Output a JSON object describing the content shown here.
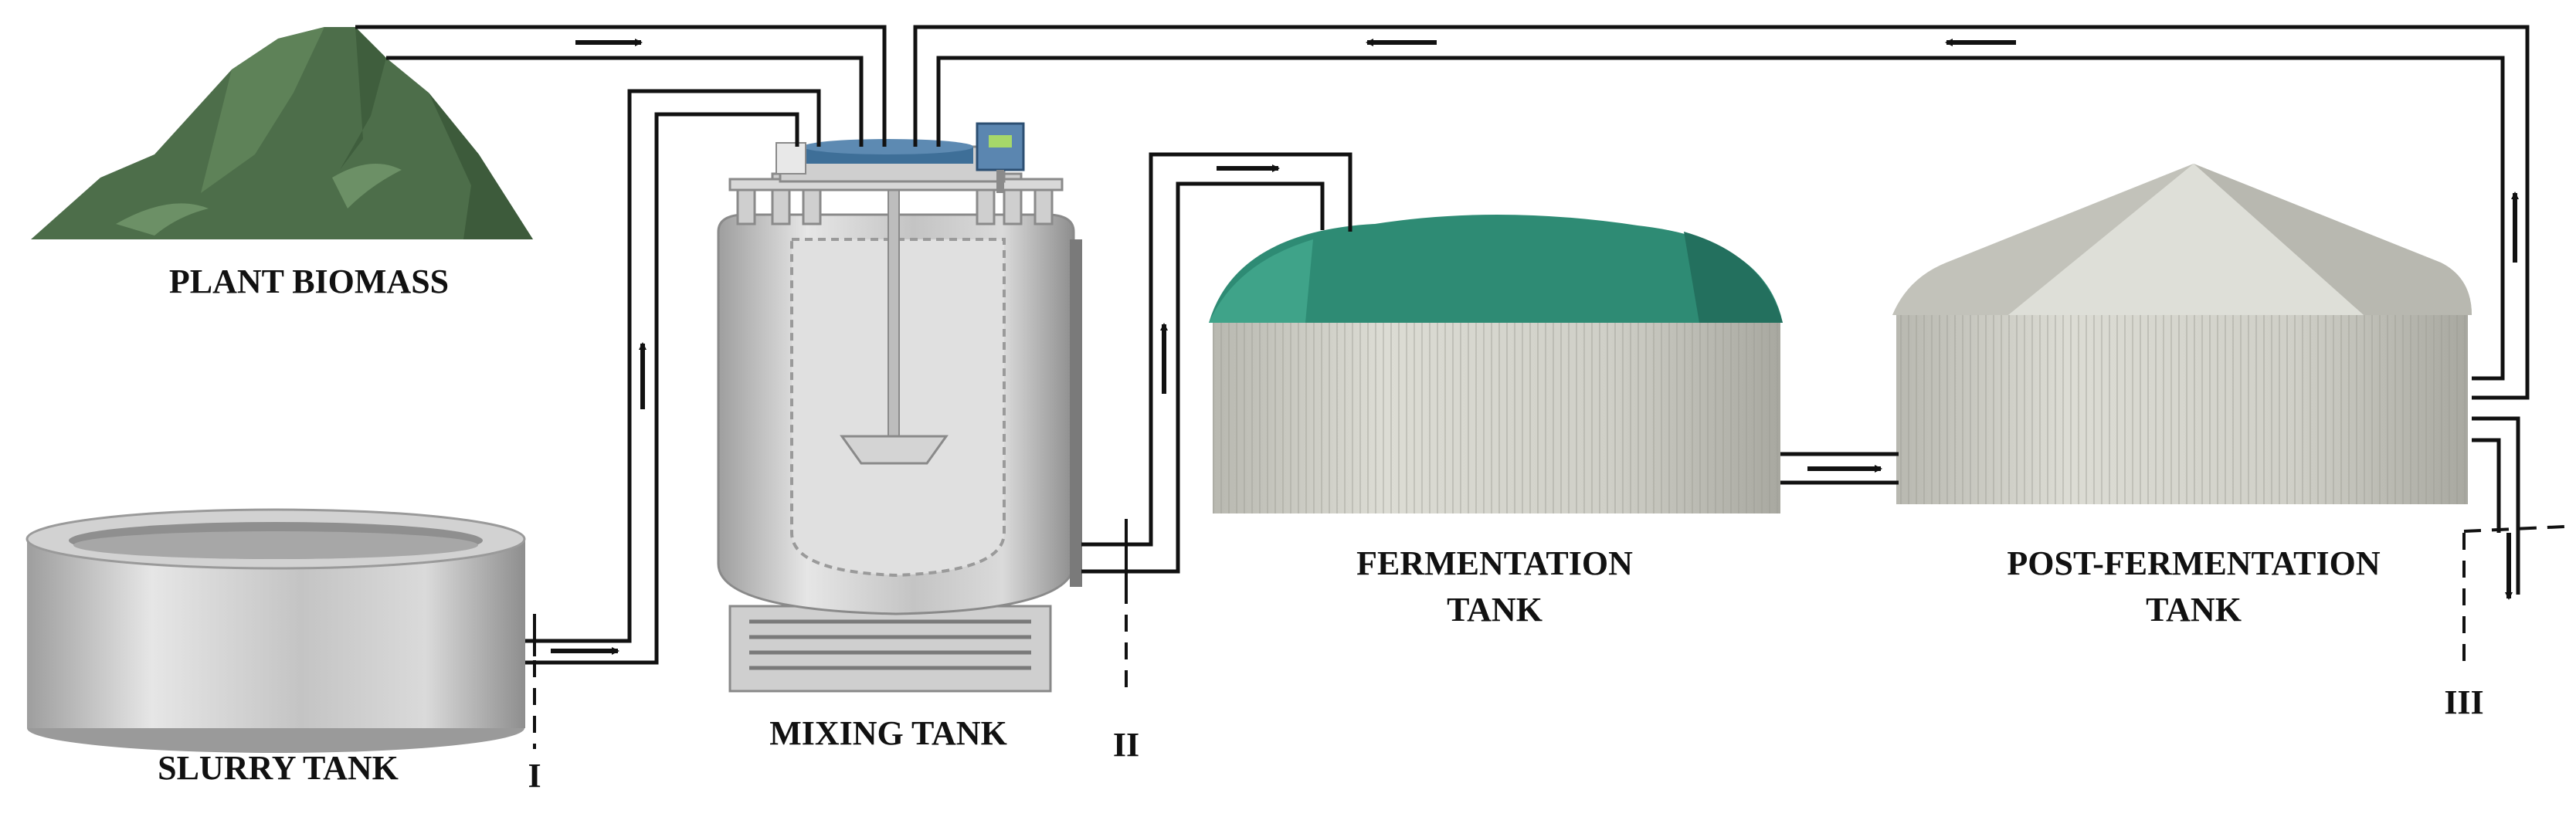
{
  "labels": {
    "plant_biomass": "PLANT BIOMASS",
    "slurry_tank": "SLURRY TANK",
    "mixing_tank": "MIXING TANK",
    "fermentation_tank_line1": "FERMENTATION",
    "fermentation_tank_line2": "TANK",
    "post_fermentation_line1": "POST-FERMENTATION",
    "post_fermentation_line2": "TANK"
  },
  "sampling_points": {
    "point_1": "I",
    "point_2": "II",
    "point_3": "III"
  },
  "colors": {
    "pipe": "#111111",
    "biomass_green": "#4d6e4a",
    "fermentation_roof": "#2e8b74",
    "tank_steel": "#c9c9c9",
    "mixer_lid": "#3e6f98"
  }
}
